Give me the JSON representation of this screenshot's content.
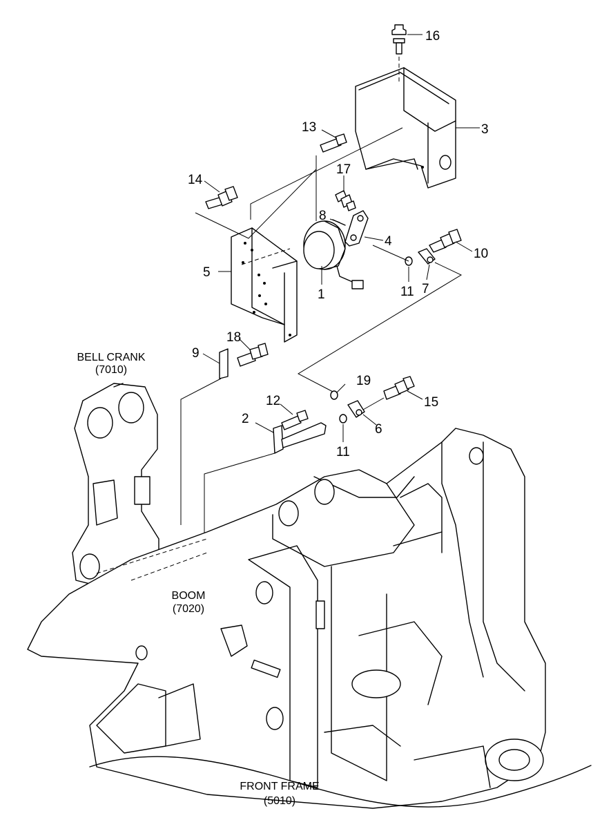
{
  "callouts": [
    {
      "id": "c1",
      "text": "1"
    },
    {
      "id": "c2",
      "text": "2"
    },
    {
      "id": "c3",
      "text": "3"
    },
    {
      "id": "c4",
      "text": "4"
    },
    {
      "id": "c5",
      "text": "5"
    },
    {
      "id": "c6",
      "text": "6"
    },
    {
      "id": "c7",
      "text": "7"
    },
    {
      "id": "c8",
      "text": "8"
    },
    {
      "id": "c9",
      "text": "9"
    },
    {
      "id": "c10",
      "text": "10"
    },
    {
      "id": "c11a",
      "text": "11"
    },
    {
      "id": "c11b",
      "text": "11"
    },
    {
      "id": "c12",
      "text": "12"
    },
    {
      "id": "c13",
      "text": "13"
    },
    {
      "id": "c14",
      "text": "14"
    },
    {
      "id": "c15",
      "text": "15"
    },
    {
      "id": "c16",
      "text": "16"
    },
    {
      "id": "c17",
      "text": "17"
    },
    {
      "id": "c18",
      "text": "18"
    },
    {
      "id": "c19",
      "text": "19"
    }
  ],
  "labels": {
    "bell_crank": {
      "name": "BELL CRANK",
      "code": "(7010)"
    },
    "boom": {
      "name": "BOOM",
      "code": "(7020)"
    },
    "front_frame": {
      "name": "FRONT FRAME",
      "code": "(5010)"
    }
  }
}
